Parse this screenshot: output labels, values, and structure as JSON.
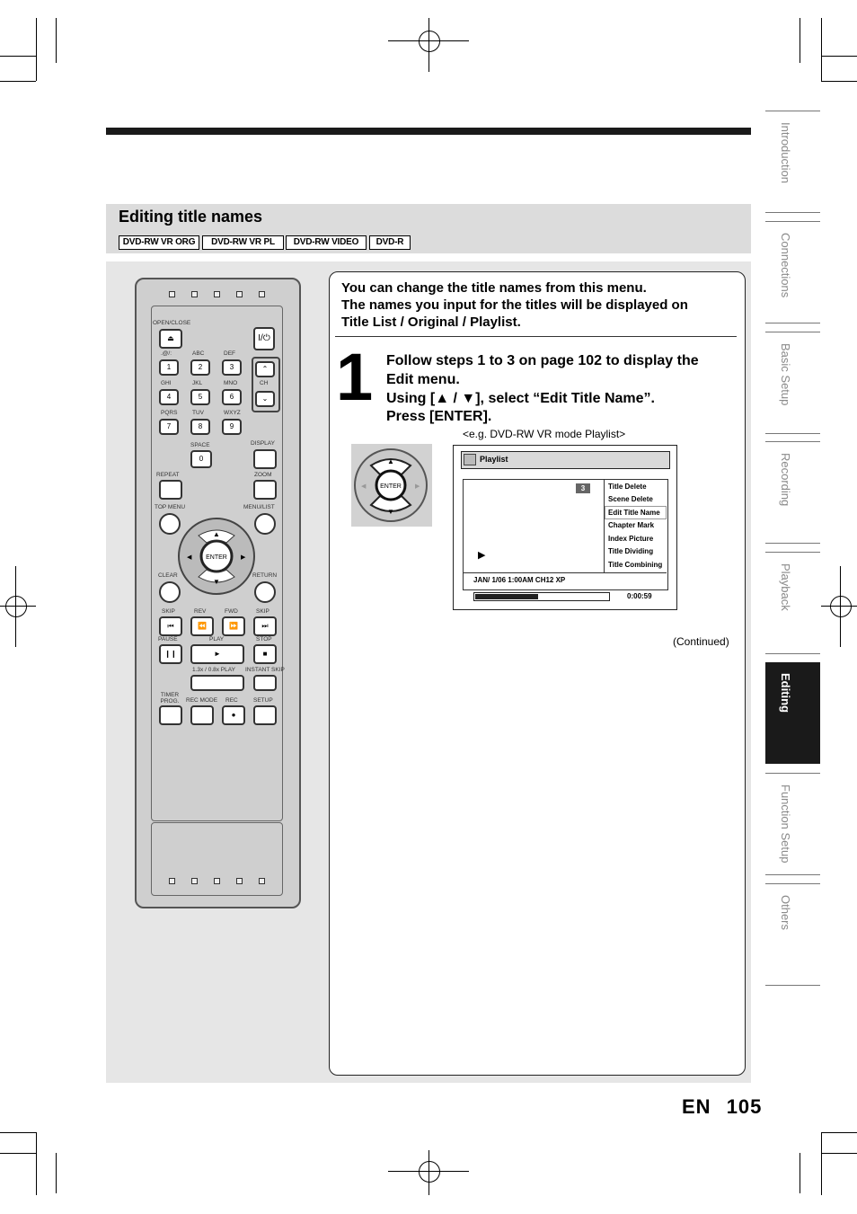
{
  "section": {
    "title": "Editing title names",
    "badges": [
      "DVD-RW VR ORG",
      "DVD-RW VR PL",
      "DVD-RW VIDEO",
      "DVD-R"
    ]
  },
  "intro": {
    "line1": "You can change the title names from this menu.",
    "line2": "The names you input for the titles will be displayed on",
    "line3": "Title List / Original / Playlist."
  },
  "step": {
    "number": "1",
    "line1": "Follow steps 1 to 3 on page 102 to display the",
    "line2": "Edit menu.",
    "line3": "Using [▲ / ▼], select “Edit Title Name”.",
    "line4": "Press [ENTER]."
  },
  "example_caption": "<e.g. DVD-RW VR mode Playlist>",
  "screen": {
    "header": "Playlist",
    "title_number": "3",
    "menu": [
      "Title Delete",
      "Scene Delete",
      "Edit Title Name",
      "Chapter Mark",
      "Index Picture",
      "Title Dividing",
      "Title Combining"
    ],
    "selected_menu": "Edit Title Name",
    "play_marker": "▶",
    "status": "JAN/ 1/06 1:00AM CH12 XP",
    "time": "0:00:59",
    "progress_fraction": 0.47
  },
  "continued": "(Continued)",
  "pad": {
    "enter": "ENTER",
    "up": "▲",
    "down": "▼",
    "left": "◀",
    "right": "▶"
  },
  "remote": {
    "open_close": "OPEN/CLOSE",
    "power": "I/⏻",
    "keys": [
      {
        "label": ".@/:",
        "num": "1"
      },
      {
        "label": "ABC",
        "num": "2"
      },
      {
        "label": "DEF",
        "num": "3"
      },
      {
        "label": "GHI",
        "num": "4"
      },
      {
        "label": "JKL",
        "num": "5"
      },
      {
        "label": "MNO",
        "num": "6"
      },
      {
        "label": "PQRS",
        "num": "7"
      },
      {
        "label": "TUV",
        "num": "8"
      },
      {
        "label": "WXYZ",
        "num": "9"
      }
    ],
    "ch": "CH",
    "space": "SPACE",
    "zero": "0",
    "display": "DISPLAY",
    "repeat": "REPEAT",
    "zoom": "ZOOM",
    "top_menu": "TOP MENU",
    "menu_list": "MENU/LIST",
    "enter": "ENTER",
    "clear": "CLEAR",
    "return": "RETURN",
    "skip": "SKIP",
    "rev": "REV",
    "fwd": "FWD",
    "pause": "PAUSE",
    "play": "PLAY",
    "stop": "STOP",
    "slow": "1.3x / 0.8x PLAY",
    "instant_skip": "INSTANT SKIP",
    "timer_prog": "TIMER PROG.",
    "rec_mode": "REC MODE",
    "rec": "REC",
    "setup": "SETUP"
  },
  "tabs": [
    "Introduction",
    "Connections",
    "Basic Setup",
    "Recording",
    "Playback",
    "Editing",
    "Function Setup",
    "Others"
  ],
  "active_tab": "Editing",
  "page": {
    "lang": "EN",
    "number": "105"
  }
}
